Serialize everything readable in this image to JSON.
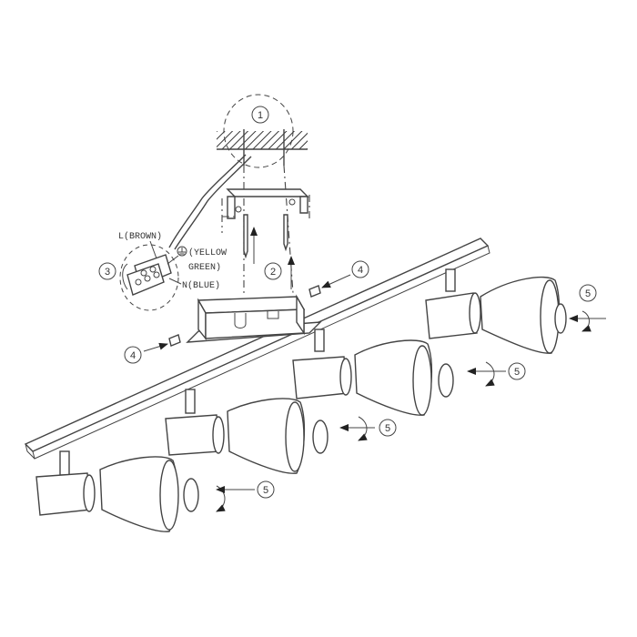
{
  "labels": {
    "l_brown": "L(BROWN)",
    "earth_yellow": "(YELLOW",
    "earth_green": "GREEN)",
    "n_blue": "N(BLUE)"
  },
  "callouts": {
    "c1": "1",
    "c2": "2",
    "c3": "3",
    "c4a": "4",
    "c4b": "4",
    "c5a": "5",
    "c5b": "5",
    "c5c": "5",
    "c5d": "5"
  },
  "icons": {
    "earth": "earth-ground-symbol",
    "rotate": "rotate-arrow-icon"
  }
}
